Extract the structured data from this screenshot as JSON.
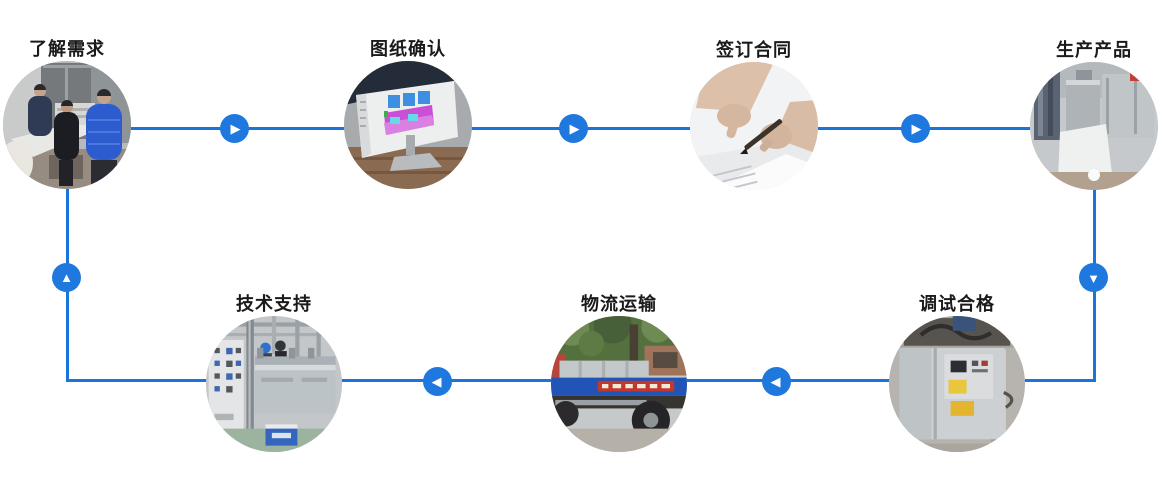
{
  "page": {
    "background": "#ffffff"
  },
  "flow": {
    "accent_color": "#1b74db",
    "arrow_circle_color": "#1e78dd",
    "label_color": "#1a1a1a",
    "steps": [
      {
        "label": "了解需求",
        "photo": "people-discussing-at-machine-in-workshop"
      },
      {
        "label": "图纸确认",
        "photo": "cad-drawing-on-computer-monitor"
      },
      {
        "label": "签订合同",
        "photo": "hands-signing-contract-with-pen"
      },
      {
        "label": "生产产品",
        "photo": "factory-production-equipment"
      },
      {
        "label": "调试合格",
        "photo": "stainless-steel-machine-being-tested"
      },
      {
        "label": "物流运输",
        "photo": "blue-truck-loaded-with-cargo"
      },
      {
        "label": "技术支持",
        "photo": "technician-with-machine-and-control-cabinet"
      }
    ],
    "icons": {
      "arrow_right": "▶",
      "arrow_left": "◀",
      "arrow_up": "▲",
      "arrow_down": "▼"
    }
  }
}
